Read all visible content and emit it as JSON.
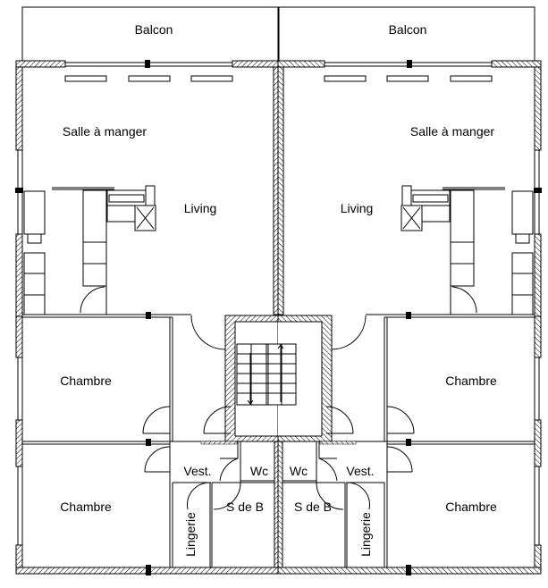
{
  "plan": {
    "left_unit": {
      "balcony": "Balcon",
      "dining": "Salle à manger",
      "living": "Living",
      "bedroom_1": "Chambre",
      "bedroom_2": "Chambre",
      "vestibule": "Vest.",
      "wc": "Wc",
      "bathroom": "S de B",
      "linen": "Lingerie"
    },
    "right_unit": {
      "balcony": "Balcon",
      "dining": "Salle à manger",
      "living": "Living",
      "bedroom_1": "Chambre",
      "bedroom_2": "Chambre",
      "vestibule": "Vest.",
      "wc": "Wc",
      "bathroom": "S de B",
      "linen": "Lingerie"
    }
  }
}
